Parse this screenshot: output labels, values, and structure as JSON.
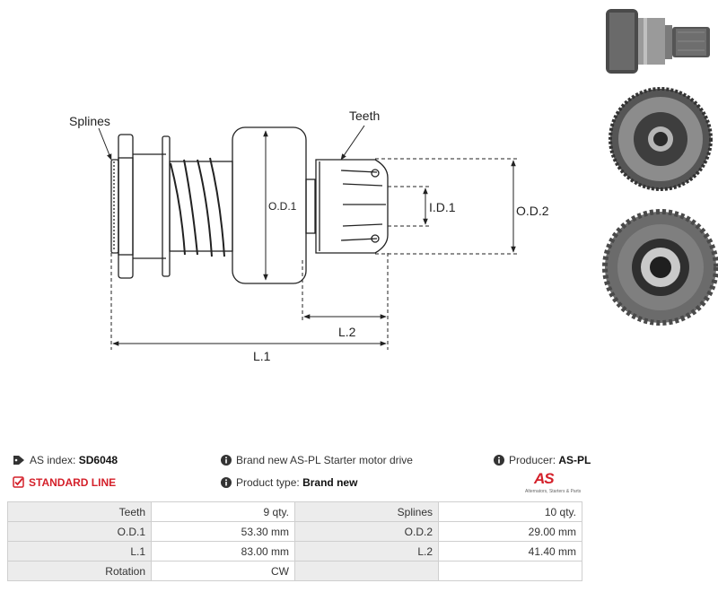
{
  "diagram": {
    "labels": {
      "splines": "Splines",
      "teeth": "Teeth",
      "od1": "O.D.1",
      "od2": "O.D.2",
      "id1": "I.D.1",
      "l1": "L.1",
      "l2": "L.2"
    }
  },
  "info": {
    "index_label": "AS index:",
    "index_value": "SD6048",
    "line": "STANDARD LINE",
    "description": "Brand new AS-PL Starter motor drive",
    "product_type_label": "Product type:",
    "product_type_value": "Brand new",
    "producer_label": "Producer:",
    "producer_value": "AS-PL",
    "logo_text": "AS",
    "logo_tagline": "Alternators, Starters & Parts"
  },
  "specs": [
    {
      "k1": "Teeth",
      "v1": "9 qty.",
      "k2": "Splines",
      "v2": "10 qty."
    },
    {
      "k1": "O.D.1",
      "v1": "53.30 mm",
      "k2": "O.D.2",
      "v2": "29.00 mm"
    },
    {
      "k1": "L.1",
      "v1": "83.00 mm",
      "k2": "L.2",
      "v2": "41.40 mm"
    },
    {
      "k1": "Rotation",
      "v1": "CW",
      "k2": "",
      "v2": ""
    }
  ],
  "colors": {
    "accent_red": "#d4202a",
    "table_key_bg": "#ececec",
    "line": "#222222"
  }
}
